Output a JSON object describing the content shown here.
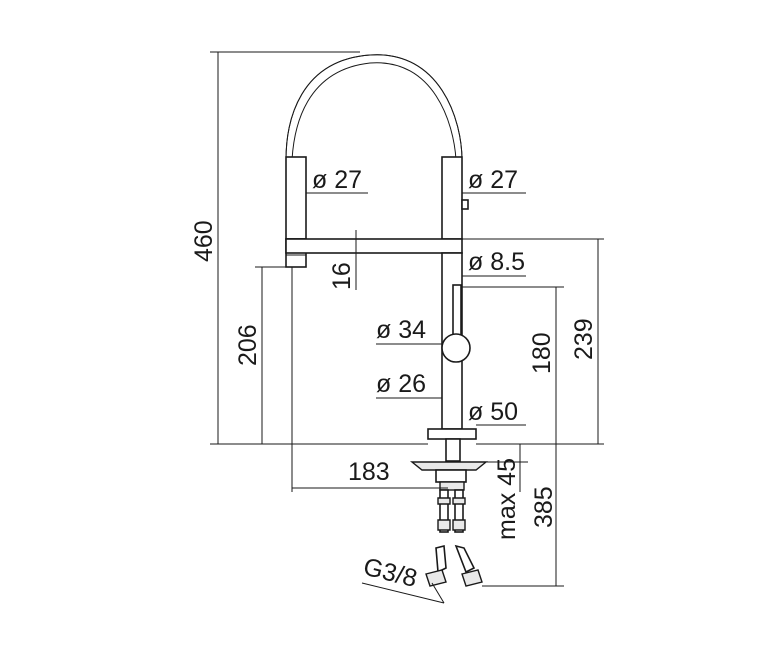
{
  "dimensions": {
    "overall_height": "460",
    "spout_outlet_height": "206",
    "spout_thickness": "16",
    "spout_reach": "183",
    "hose_diameter_left": "ø 27",
    "hose_diameter_right": "ø 27",
    "lever_diameter": "ø 8.5",
    "handle_diameter": "ø 34",
    "body_diameter": "ø 26",
    "base_diameter": "ø 50",
    "lever_height": "180",
    "spout_height": "239",
    "max_deck_thickness": "max 45",
    "hose_length": "385",
    "connection_thread": "G3/8"
  }
}
